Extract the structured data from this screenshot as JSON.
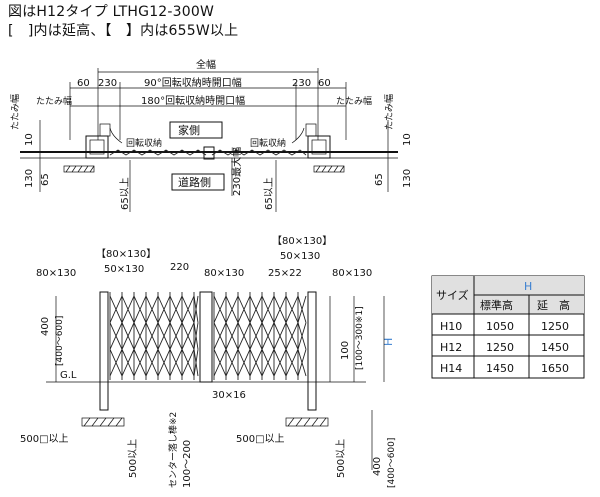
{
  "header": {
    "line1": "図はH12タイプ LTHG12-300W",
    "line2": "[　]内は延高、【　】内は655W以上"
  },
  "plan": {
    "total_width": "全幅",
    "open_width_90": "90°回転収納時開口幅",
    "open_width_180": "180°回転収納時開口幅",
    "dim_60": "60",
    "dim_230": "230",
    "dim_10": "10",
    "dim_65": "65",
    "dim_130": "130",
    "folded_width": "たたみ幅",
    "rotation_storage": "回転収納",
    "house_side": "家側",
    "road_side": "道路側",
    "dim_65_min": "65以上",
    "dim_230_max": "230最大幅"
  },
  "elevation": {
    "dim_80x130": "80×130",
    "dim_80x130_bracket": "【80×130】",
    "dim_50x130": "50×130",
    "dim_220": "220",
    "dim_25x22": "25×22",
    "dim_30x16": "30×16",
    "dim_400": "400",
    "dim_400_600": "[400〜600]",
    "dim_100": "100",
    "dim_100_300": "[100〜300※1]",
    "height_label": "H",
    "ground_level": "G.L",
    "foundation_500": "500□以上",
    "dim_500_min": "500以上",
    "center_stopper": "センター落し棒※2",
    "dim_100_200": "100〜200"
  },
  "size_table": {
    "corner_header": "サイズ",
    "group_header": "H",
    "col_standard": "標準高",
    "col_extended": "延　高",
    "rows": [
      {
        "size": "H10",
        "standard": "1050",
        "extended": "1250"
      },
      {
        "size": "H12",
        "standard": "1250",
        "extended": "1450"
      },
      {
        "size": "H14",
        "standard": "1450",
        "extended": "1650"
      }
    ]
  },
  "colors": {
    "accent_blue": "#3a7fd0",
    "table_header_bg": "#e0e0e0",
    "line": "#111111"
  }
}
